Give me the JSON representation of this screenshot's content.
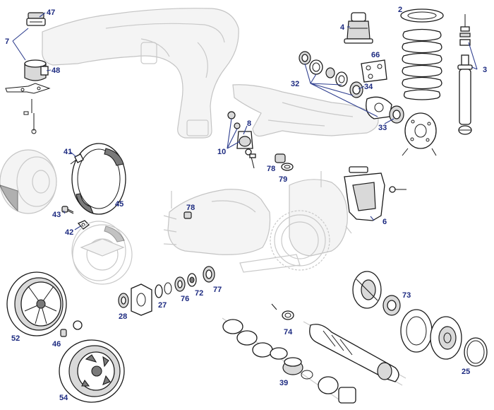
{
  "labels": {
    "l47": "47",
    "l7": "7",
    "l48": "48",
    "l4": "4",
    "l2": "2",
    "l3": "3",
    "l66": "66",
    "l32": "32",
    "l34": "34",
    "l33": "33",
    "l8": "8",
    "l10": "10",
    "l78a": "78",
    "l79": "79",
    "l41": "41",
    "l45": "45",
    "l43": "43",
    "l42": "42",
    "l78b": "78",
    "l6": "6",
    "l28": "28",
    "l27": "27",
    "l76": "76",
    "l72": "72",
    "l77": "77",
    "l73": "73",
    "l74": "74",
    "l52": "52",
    "l46": "46",
    "l54": "54",
    "l39": "39",
    "l25": "25"
  },
  "colors": {
    "label": "#1c2a80",
    "leader": "#2f3f8f",
    "ink": "#1a1a1a",
    "ghost": "#c9c9c9"
  }
}
